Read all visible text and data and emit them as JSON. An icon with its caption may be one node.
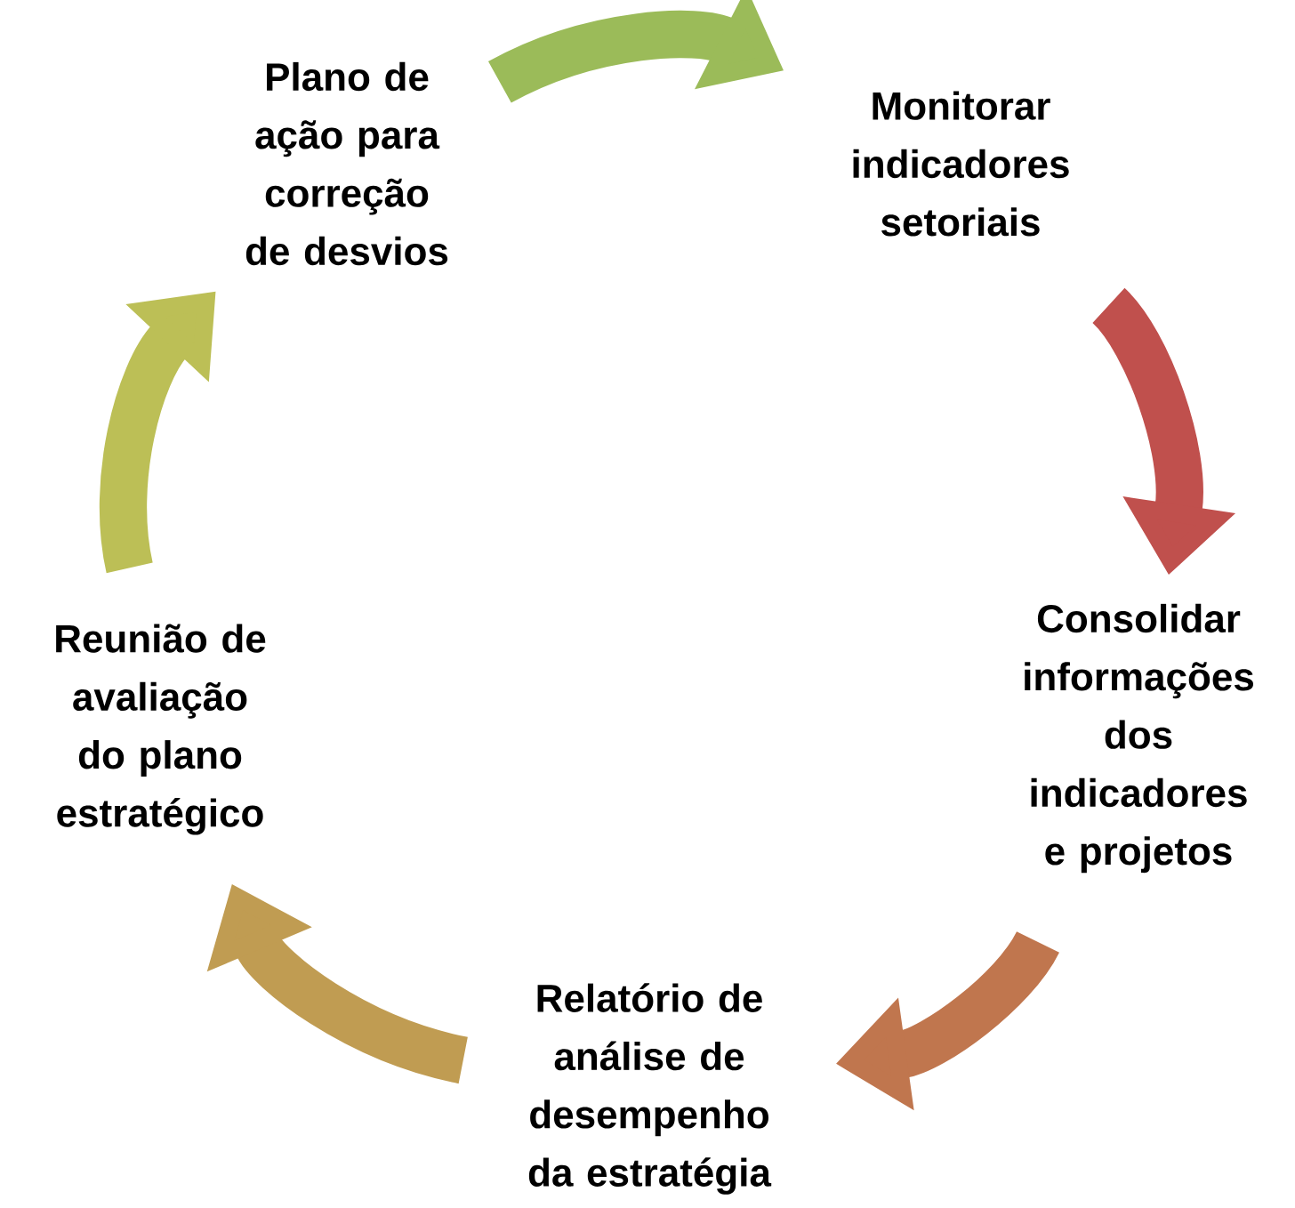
{
  "diagram": {
    "nodes": [
      {
        "text": [
          "Monitorar indicadores setoriais"
        ]
      },
      {
        "text": [
          "Consolidar informações dos indicadores e projetos"
        ]
      },
      {
        "text": [
          "Relatório de análise de desempenho da estratégia"
        ]
      },
      {
        "text": [
          "Reunião de avaliação do plano estratégico"
        ]
      },
      {
        "text": [
          "Plano de ação para correção de desvios"
        ]
      }
    ],
    "edges": [
      {
        "from": 4,
        "to": 0,
        "arrow": "to",
        "color": "#9bbb59"
      },
      {
        "from": 0,
        "to": 1,
        "arrow": "to",
        "color": "#c0504d"
      },
      {
        "from": 1,
        "to": 2,
        "arrow": "to",
        "color": "#c0764e"
      },
      {
        "from": 2,
        "to": 3,
        "arrow": "to",
        "color": "#c09c52"
      },
      {
        "from": 3,
        "to": 4,
        "arrow": "to",
        "color": "#bcbf56"
      }
    ]
  }
}
